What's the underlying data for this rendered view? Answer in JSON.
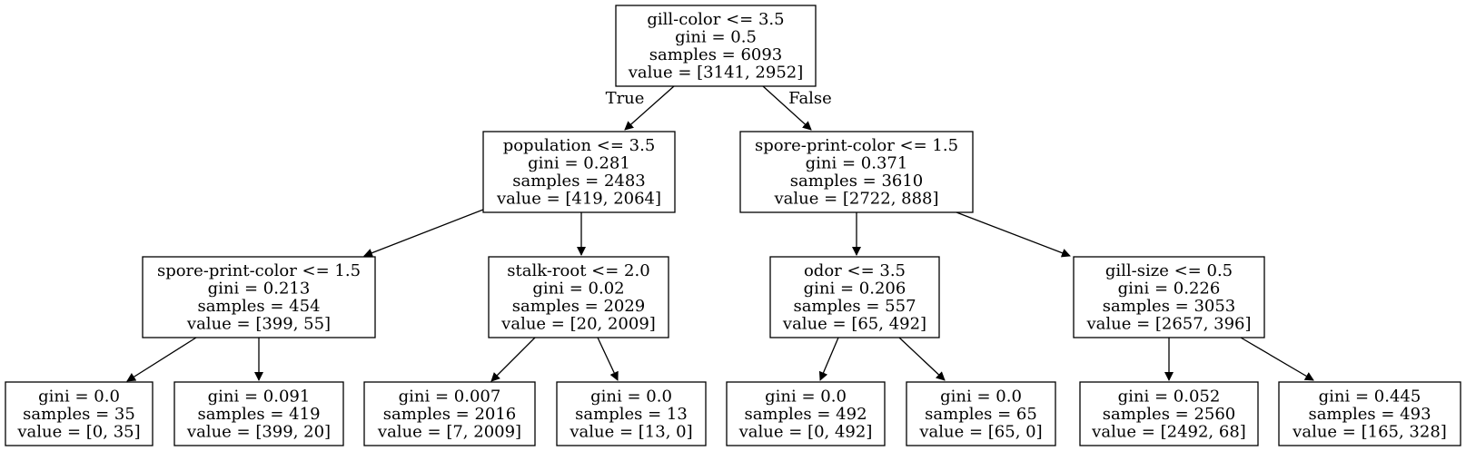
{
  "tree": {
    "edge_labels": {
      "true": "True",
      "false": "False"
    },
    "nodes": [
      {
        "id": "n0",
        "lines": [
          "gill-color <= 3.5",
          "gini = 0.5",
          "samples = 6093",
          "value = [3141, 2952]"
        ]
      },
      {
        "id": "n1",
        "lines": [
          "population <= 3.5",
          "gini = 0.281",
          "samples = 2483",
          "value = [419, 2064]"
        ]
      },
      {
        "id": "n2",
        "lines": [
          "spore-print-color <= 1.5",
          "gini = 0.371",
          "samples = 3610",
          "value = [2722, 888]"
        ]
      },
      {
        "id": "n3",
        "lines": [
          "spore-print-color <= 1.5",
          "gini = 0.213",
          "samples = 454",
          "value = [399, 55]"
        ]
      },
      {
        "id": "n4",
        "lines": [
          "stalk-root <= 2.0",
          "gini = 0.02",
          "samples = 2029",
          "value = [20, 2009]"
        ]
      },
      {
        "id": "n5",
        "lines": [
          "odor <= 3.5",
          "gini = 0.206",
          "samples = 557",
          "value = [65, 492]"
        ]
      },
      {
        "id": "n6",
        "lines": [
          "gill-size <= 0.5",
          "gini = 0.226",
          "samples = 3053",
          "value = [2657, 396]"
        ]
      },
      {
        "id": "n7",
        "lines": [
          "gini = 0.0",
          "samples = 35",
          "value = [0, 35]"
        ]
      },
      {
        "id": "n8",
        "lines": [
          "gini = 0.091",
          "samples = 419",
          "value = [399, 20]"
        ]
      },
      {
        "id": "n9",
        "lines": [
          "gini = 0.007",
          "samples = 2016",
          "value = [7, 2009]"
        ]
      },
      {
        "id": "n10",
        "lines": [
          "gini = 0.0",
          "samples = 13",
          "value = [13, 0]"
        ]
      },
      {
        "id": "n11",
        "lines": [
          "gini = 0.0",
          "samples = 492",
          "value = [0, 492]"
        ]
      },
      {
        "id": "n12",
        "lines": [
          "gini = 0.0",
          "samples = 65",
          "value = [65, 0]"
        ]
      },
      {
        "id": "n13",
        "lines": [
          "gini = 0.052",
          "samples = 2560",
          "value = [2492, 68]"
        ]
      },
      {
        "id": "n14",
        "lines": [
          "gini = 0.445",
          "samples = 493",
          "value = [165, 328]"
        ]
      }
    ],
    "edges": [
      {
        "from": "n0",
        "to": "n1",
        "label": "true"
      },
      {
        "from": "n0",
        "to": "n2",
        "label": "false"
      },
      {
        "from": "n1",
        "to": "n3"
      },
      {
        "from": "n1",
        "to": "n4"
      },
      {
        "from": "n2",
        "to": "n5"
      },
      {
        "from": "n2",
        "to": "n6"
      },
      {
        "from": "n3",
        "to": "n7"
      },
      {
        "from": "n3",
        "to": "n8"
      },
      {
        "from": "n4",
        "to": "n9"
      },
      {
        "from": "n4",
        "to": "n10"
      },
      {
        "from": "n5",
        "to": "n11"
      },
      {
        "from": "n5",
        "to": "n12"
      },
      {
        "from": "n6",
        "to": "n13"
      },
      {
        "from": "n6",
        "to": "n14"
      }
    ]
  }
}
